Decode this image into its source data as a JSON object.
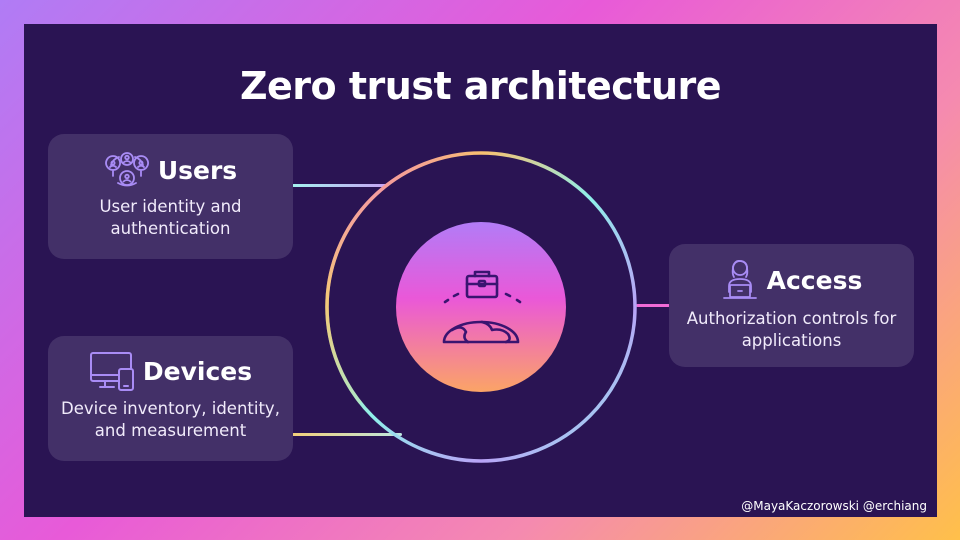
{
  "title": "Zero trust architecture",
  "cards": {
    "users": {
      "label": "Users",
      "description": "User identity and authentication",
      "icon": "user-network-icon"
    },
    "devices": {
      "label": "Devices",
      "description": "Device inventory, identity, and measurement",
      "icon": "devices-icon"
    },
    "access": {
      "label": "Access",
      "description": "Authorization controls for applications",
      "icon": "person-laptop-icon"
    }
  },
  "center": {
    "icon": "briefcase-globe-icon"
  },
  "credit": "@MayaKaczorowski @erchiang",
  "colors": {
    "background": "#2a1453",
    "card": "#433068",
    "icon": "#a98cf5",
    "accent_pink": "#f06bd6",
    "accent_cyan": "#8ff0ea",
    "accent_yellow": "#f3d07a"
  }
}
